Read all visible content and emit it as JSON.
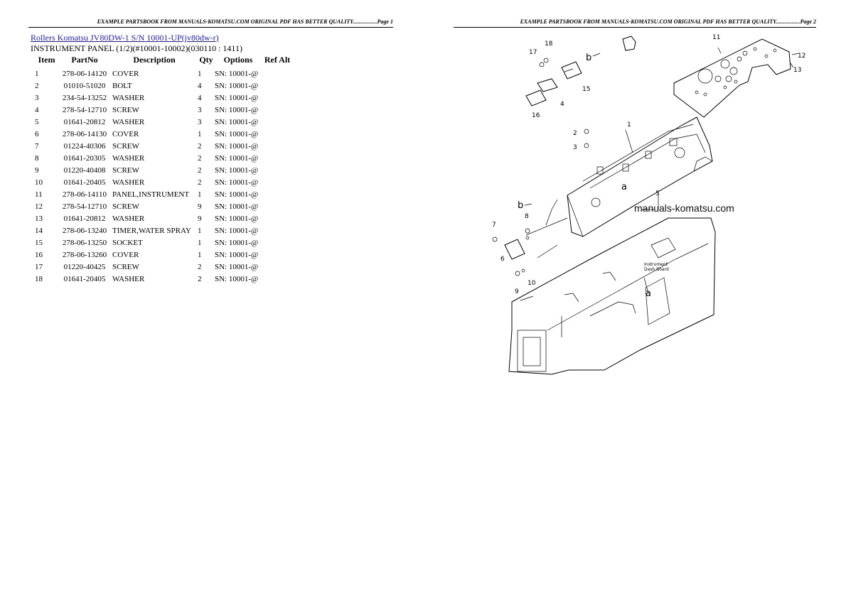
{
  "header": {
    "page1": "EXAMPLE PARTSBOOK FROM MANUALS-KOMATSU.COM ORIGINAL PDF HAS BETTER QUALITY.................Page 1",
    "page2": "EXAMPLE PARTSBOOK FROM MANUALS-KOMATSU.COM ORIGINAL PDF HAS BETTER QUALITY.................Page 2"
  },
  "title_link": "Rollers Komatsu JV80DW-1 S/N 10001-UP(jv80dw-r)",
  "subtitle": "INSTRUMENT PANEL (1/2)(#10001-10002)(030110 : 1411)",
  "table": {
    "columns": [
      "Item",
      "PartNo",
      "Description",
      "Qty",
      "Options",
      "Ref Alt"
    ],
    "rows": [
      {
        "item": "1",
        "partno": "278-06-14120",
        "description": "COVER",
        "qty": "1",
        "options": "SN: 10001-@",
        "ref_alt": ""
      },
      {
        "item": "2",
        "partno": "01010-51020",
        "description": "BOLT",
        "qty": "4",
        "options": "SN: 10001-@",
        "ref_alt": ""
      },
      {
        "item": "3",
        "partno": "234-54-13252",
        "description": "WASHER",
        "qty": "4",
        "options": "SN: 10001-@",
        "ref_alt": ""
      },
      {
        "item": "4",
        "partno": "278-54-12710",
        "description": "SCREW",
        "qty": "3",
        "options": "SN: 10001-@",
        "ref_alt": ""
      },
      {
        "item": "5",
        "partno": "01641-20812",
        "description": "WASHER",
        "qty": "3",
        "options": "SN: 10001-@",
        "ref_alt": ""
      },
      {
        "item": "6",
        "partno": "278-06-14130",
        "description": "COVER",
        "qty": "1",
        "options": "SN: 10001-@",
        "ref_alt": ""
      },
      {
        "item": "7",
        "partno": "01224-40306",
        "description": "SCREW",
        "qty": "2",
        "options": "SN: 10001-@",
        "ref_alt": ""
      },
      {
        "item": "8",
        "partno": "01641-20305",
        "description": "WASHER",
        "qty": "2",
        "options": "SN: 10001-@",
        "ref_alt": ""
      },
      {
        "item": "9",
        "partno": "01220-40408",
        "description": "SCREW",
        "qty": "2",
        "options": "SN: 10001-@",
        "ref_alt": ""
      },
      {
        "item": "10",
        "partno": "01641-20405",
        "description": "WASHER",
        "qty": "2",
        "options": "SN: 10001-@",
        "ref_alt": ""
      },
      {
        "item": "11",
        "partno": "278-06-14110",
        "description": "PANEL,INSTRUMENT",
        "qty": "1",
        "options": "SN: 10001-@",
        "ref_alt": ""
      },
      {
        "item": "12",
        "partno": "278-54-12710",
        "description": "SCREW",
        "qty": "9",
        "options": "SN: 10001-@",
        "ref_alt": ""
      },
      {
        "item": "13",
        "partno": "01641-20812",
        "description": "WASHER",
        "qty": "9",
        "options": "SN: 10001-@",
        "ref_alt": ""
      },
      {
        "item": "14",
        "partno": "278-06-13240",
        "description": "TIMER,WATER SPRAY",
        "qty": "1",
        "options": "SN: 10001-@",
        "ref_alt": ""
      },
      {
        "item": "15",
        "partno": "278-06-13250",
        "description": "SOCKET",
        "qty": "1",
        "options": "SN: 10001-@",
        "ref_alt": ""
      },
      {
        "item": "16",
        "partno": "278-06-13260",
        "description": "COVER",
        "qty": "1",
        "options": "SN: 10001-@",
        "ref_alt": ""
      },
      {
        "item": "17",
        "partno": "01220-40425",
        "description": "SCREW",
        "qty": "2",
        "options": "SN: 10001-@",
        "ref_alt": ""
      },
      {
        "item": "18",
        "partno": "01641-20405",
        "description": "WASHER",
        "qty": "2",
        "options": "SN: 10001-@",
        "ref_alt": ""
      }
    ]
  },
  "diagram": {
    "callouts": [
      "1",
      "2",
      "3",
      "4",
      "5",
      "6",
      "7",
      "8",
      "9",
      "10",
      "11",
      "12",
      "13",
      "15",
      "16",
      "17",
      "18"
    ],
    "ref_letters": [
      "a",
      "b"
    ],
    "watermark": "manuals-komatsu.com",
    "inscription_lines": [
      "Instrument",
      "Dash Board"
    ]
  },
  "colors": {
    "link": "#1a1adb",
    "text": "#000000",
    "background": "#ffffff"
  }
}
